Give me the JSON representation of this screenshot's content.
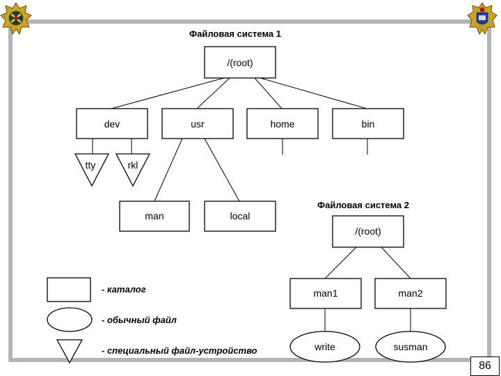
{
  "fs1": {
    "title": "Файловая система 1",
    "root": "/(root)",
    "dirs": [
      "dev",
      "usr",
      "home",
      "bin"
    ],
    "devices": [
      "tty",
      "rkl"
    ],
    "usr_children": [
      "man",
      "local"
    ]
  },
  "fs2": {
    "title": "Файловая система 2",
    "root": "/(root)",
    "dirs": [
      "man1",
      "man2"
    ],
    "files": [
      "write",
      "susman"
    ]
  },
  "legend": {
    "directory": "- каталог",
    "regular_file": "- обычный файл",
    "device_file": "- специальный файл-устройство"
  },
  "page_number": "86",
  "colors": {
    "frame": "#b4b4b4",
    "stroke": "#000000"
  },
  "icons": {
    "left": "military-emblem-icon",
    "right": "academy-crest-icon"
  }
}
